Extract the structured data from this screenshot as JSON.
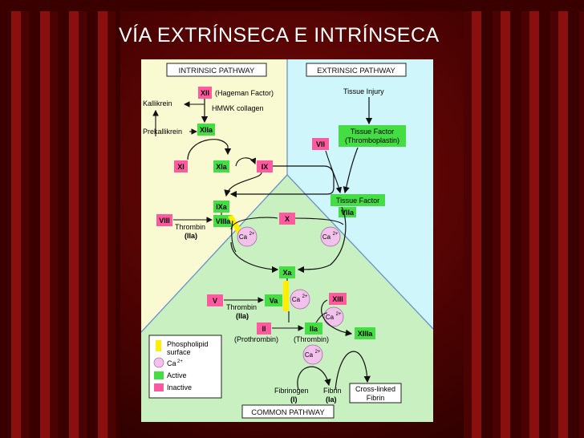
{
  "slide": {
    "title": "VÍA EXTRÍNSECA E INTRÍNSECA"
  },
  "headers": {
    "intrinsic": "INTRINSIC PATHWAY",
    "extrinsic": "EXTRINSIC PATHWAY",
    "common": "COMMON PATHWAY"
  },
  "labels": {
    "xii": "XII",
    "hageman": "(Hageman Factor)",
    "kallikrein": "Kallikrein",
    "hmwk": "HMWK collagen",
    "prekallikrein": "Prekallikrein",
    "xiia": "XIIa",
    "xi": "XI",
    "xia": "XIa",
    "ix": "IX",
    "ixa": "IXa",
    "viii": "VIII",
    "viiia": "VIIIa",
    "thrombin1": "Thrombin",
    "iia1": "(IIa)",
    "x": "X",
    "ca_viiia": "Ca",
    "ca_tf": "Ca",
    "tissue_injury": "Tissue Injury",
    "vii": "VII",
    "tissue_factor_1": "Tissue Factor",
    "thromboplastin": "(Thromboplastin)",
    "tissue_factor_2": "Tissue Factor",
    "viia": "VIIa",
    "xa": "Xa",
    "v": "V",
    "thrombin2": "Thrombin",
    "iia2": "(IIa)",
    "va": "Va",
    "ca_va": "Ca",
    "xiii": "XIII",
    "ca_xiii": "Ca",
    "xiiia": "XIIIa",
    "ii": "II",
    "iia": "IIa",
    "prothrombin": "(Prothrombin)",
    "thrombin3": "(Thrombin)",
    "ca_iia": "Ca",
    "fibrinogen": "Fibrinogen",
    "i": "(I)",
    "fibrin": "Fibrin",
    "ia": "(Ia)",
    "crosslinked": "Cross-linked",
    "fibrin2": "Fibrin",
    "superscript": "2+"
  },
  "legend": {
    "phospholipid": "Phospholipid",
    "surface": "surface",
    "ca": "Ca",
    "ca_sup": "2+",
    "active": "Active",
    "inactive": "Inactive"
  },
  "colors": {
    "intrinsic_bg": "#fafad2",
    "extrinsic_bg": "#cff6fb",
    "common_bg": "#c8f0c0",
    "active": "#44dd44",
    "inactive": "#ff5aa0",
    "calcium": "#f3c2ec",
    "phospholipid": "#ffee00"
  }
}
